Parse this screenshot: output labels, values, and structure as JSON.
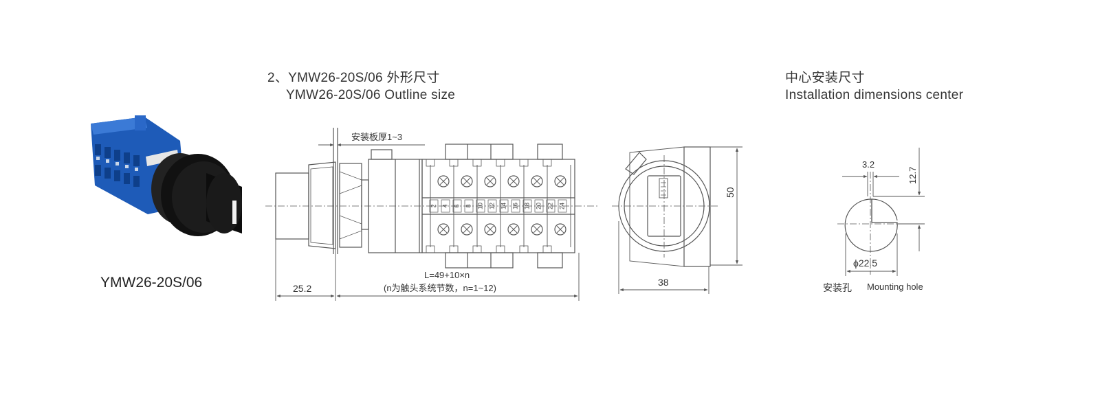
{
  "product": {
    "model_label": "YMW26-20S/06"
  },
  "outline": {
    "title_cn": "2、YMW26-20S/06 外形尺寸",
    "title_en": "YMW26-20S/06 Outline size",
    "panel_thickness": "安装板厚1~3",
    "dim_front": "25.2",
    "length_formula": "L=49+10×n",
    "length_note": "(n为触头系统节数，n=1~12)",
    "dim_width": "38",
    "dim_height": "50",
    "terminal_numbers_top": [
      "2",
      "4",
      "6",
      "8",
      "10",
      "12",
      "14",
      "16",
      "18",
      "20",
      "22",
      "24"
    ]
  },
  "mounting": {
    "title_cn": "中心安装尺寸",
    "title_en": "Installation dimensions center",
    "dim_slot": "3.2",
    "dim_offset": "12.7",
    "dim_diameter": "ϕ22.5",
    "hole_cn": "安装孔",
    "hole_en": "Mounting hole"
  },
  "colors": {
    "switch_body": "#1e5bb8",
    "knob": "#1a1a1a",
    "line": "#555555"
  }
}
